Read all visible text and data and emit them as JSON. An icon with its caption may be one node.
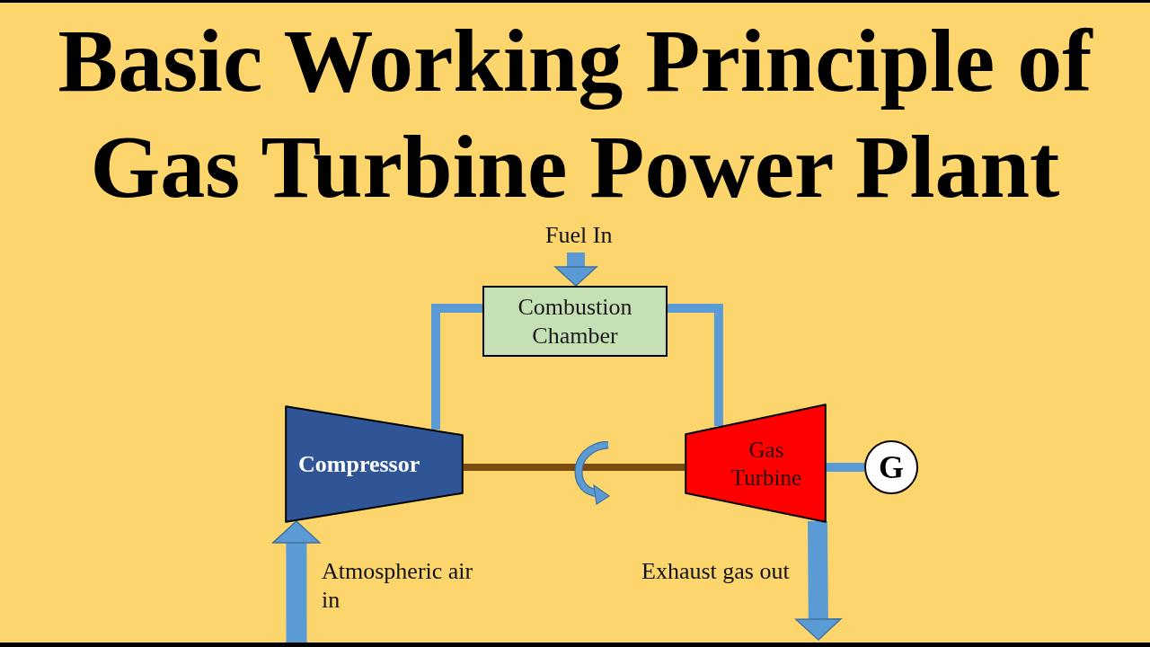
{
  "diagram": {
    "title": "Basic Working Principle of Gas Turbine Power Plant",
    "nodes": [
      {
        "text": [
          "Combustion Chamber"
        ]
      },
      {
        "text": [
          "Compressor"
        ]
      },
      {
        "text": [
          "Gas Turbine"
        ]
      },
      {
        "text": [
          "G"
        ]
      }
    ],
    "edges": [
      {
        "from": null,
        "to": 0,
        "arrow": "to",
        "label": "Fuel In",
        "style": "thick"
      },
      {
        "from": 1,
        "to": 0,
        "arrow": "none"
      },
      {
        "from": 0,
        "to": 2,
        "arrow": "none"
      },
      {
        "from": 1,
        "to": 2,
        "arrow": "none",
        "color": "#7b4b12"
      },
      {
        "from": 2,
        "to": 3,
        "arrow": "none"
      },
      {
        "from": null,
        "to": 1,
        "arrow": "to",
        "label": "Atmospheric air in",
        "style": "thick"
      },
      {
        "from": 2,
        "to": null,
        "arrow": "to",
        "label": "Exhaust gas out",
        "style": "thick"
      }
    ]
  }
}
